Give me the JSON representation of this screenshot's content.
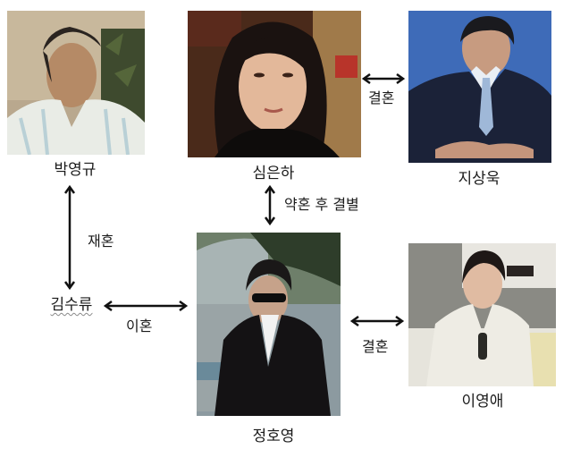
{
  "people": [
    {
      "id": "park-young-gyu",
      "name": "박영규",
      "photo_desc": "man in white striped collared shirt, plant background"
    },
    {
      "id": "shim-eun-ha",
      "name": "심은하",
      "photo_desc": "woman with dark shoulder-length hair, black turtleneck"
    },
    {
      "id": "ji-sang-wook",
      "name": "지상욱",
      "photo_desc": "man in navy suit and light blue tie, blue background"
    },
    {
      "id": "kim-soo-ryu",
      "name": "김수류"
    },
    {
      "id": "jung-ho-young",
      "name": "정호영",
      "photo_desc": "man in sunglasses and black jacket, outdoor rocks"
    },
    {
      "id": "lee-young-ae",
      "name": "이영애",
      "photo_desc": "woman in white blouse seated on white sofa"
    }
  ],
  "relations": [
    {
      "from": "심은하",
      "to": "지상욱",
      "label": "결혼",
      "direction": "horizontal"
    },
    {
      "from": "박영규",
      "to": "김수류",
      "label": "재혼",
      "direction": "vertical"
    },
    {
      "from": "심은하",
      "to": "정호영",
      "label": "약혼 후 결별",
      "direction": "vertical"
    },
    {
      "from": "김수류",
      "to": "정호영",
      "label": "이혼",
      "direction": "horizontal"
    },
    {
      "from": "정호영",
      "to": "이영애",
      "label": "결혼",
      "direction": "horizontal"
    }
  ],
  "colors": {
    "background": "#ffffff",
    "text": "#1b1b1b",
    "arrow": "#111111"
  }
}
